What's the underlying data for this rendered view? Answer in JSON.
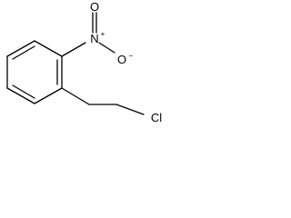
{
  "molecule": {
    "atoms": {
      "nitro_nitrogen": "N",
      "nitro_nitrogen_charge": "+",
      "nitro_oxygen_double": "O",
      "nitro_oxygen_single": "O",
      "nitro_oxygen_single_charge": "−",
      "chlorine": "Cl"
    }
  }
}
